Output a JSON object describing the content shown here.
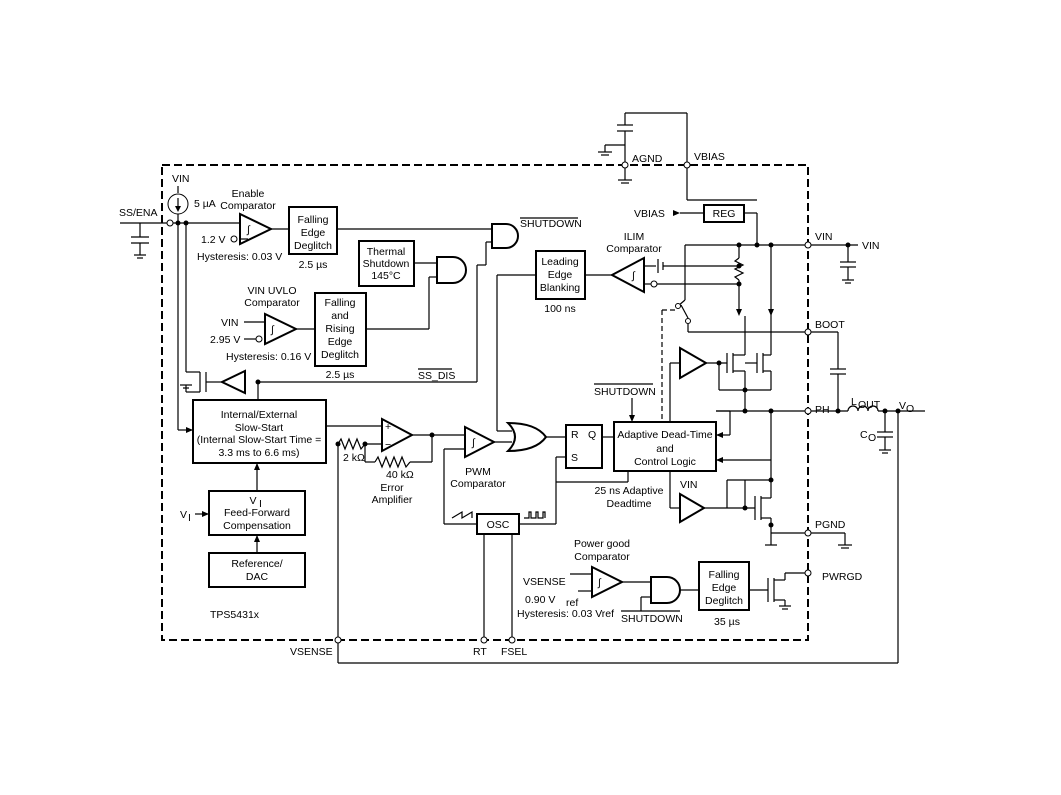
{
  "ic": {
    "part": "TPS5431x"
  },
  "pins": {
    "ss_ena": "SS/ENA",
    "agnd": "AGND",
    "vbias": "VBIAS",
    "vin": "VIN",
    "vin_ext": "VIN",
    "boot": "BOOT",
    "ph": "PH",
    "pgnd": "PGND",
    "pwrgd": "PWRGD",
    "vsense": "VSENSE",
    "rt": "RT",
    "fsel": "FSEL",
    "vo": "V",
    "vo_sub": "O",
    "lout": "L",
    "lout_sub": "OUT",
    "co": "C",
    "co_sub": "O"
  },
  "blocks": {
    "falling_edge_deglitch": [
      "Falling",
      "Edge",
      "Deglitch"
    ],
    "thermal_shutdown": [
      "Thermal",
      "Shutdown",
      "145°C"
    ],
    "falling_rising_deglitch": [
      "Falling",
      "and",
      "Rising",
      "Edge",
      "Deglitch"
    ],
    "leading_edge_blanking": [
      "Leading",
      "Edge",
      "Blanking"
    ],
    "reg": "REG",
    "slow_start": [
      "Internal/External",
      "Slow-Start",
      "(Internal Slow-Start Time =",
      "3.3 ms to 6.6 ms)"
    ],
    "feed_forward": [
      "V",
      "Feed-Forward",
      "Compensation"
    ],
    "feed_forward_sub": "I",
    "reference": [
      "Reference/",
      "DAC"
    ],
    "adaptive_dead_time": [
      "Adaptive Dead-Time",
      "and",
      "Control Logic"
    ],
    "osc": "OSC",
    "pg_deglitch": [
      "Falling",
      "Edge",
      "Deglitch"
    ],
    "sr_latch": {
      "r": "R",
      "q": "Q",
      "s": "S"
    }
  },
  "labels": {
    "vin_source": "VIN",
    "current_5ua": "5 µA",
    "enable_comparator": [
      "Enable",
      "Comparator"
    ],
    "v_1_2": "1.2 V",
    "hyst_1": "Hysteresis: 0.03 V",
    "t_2_5_a": "2.5 µs",
    "shutdown_top": "SHUTDOWN",
    "vin_uvlo": [
      "VIN UVLO",
      "Comparator"
    ],
    "vin_uvlo_in": "VIN",
    "v_2_95": "2.95 V",
    "hyst_2": "Hysteresis: 0.16 V",
    "t_2_5_b": "2.5 µs",
    "ss_dis": "SS_DIS",
    "ilim": [
      "ILIM",
      "Comparator"
    ],
    "t_100ns": "100 ns",
    "shutdown_mid": "SHUTDOWN",
    "vbias_out": "VBIAS",
    "r_2k": "2 kΩ",
    "r_40k": "40 kΩ",
    "error_amp": [
      "Error",
      "Amplifier"
    ],
    "pwm_comp": [
      "PWM",
      "Comparator"
    ],
    "deadtime_25": [
      "25 ns Adaptive",
      "Deadtime"
    ],
    "vin_low": "VIN",
    "vi_input": "V",
    "vi_input_sub": "I",
    "power_good": [
      "Power good",
      "Comparator"
    ],
    "vsense_in": "VSENSE",
    "vref_090": "0.90 V",
    "vref_sub": "ref",
    "hyst_3": "Hysteresis: 0.03 Vref",
    "shutdown_bottom": "SHUTDOWN",
    "t_35us": "35 µs",
    "plus": "+",
    "minus": "−"
  }
}
